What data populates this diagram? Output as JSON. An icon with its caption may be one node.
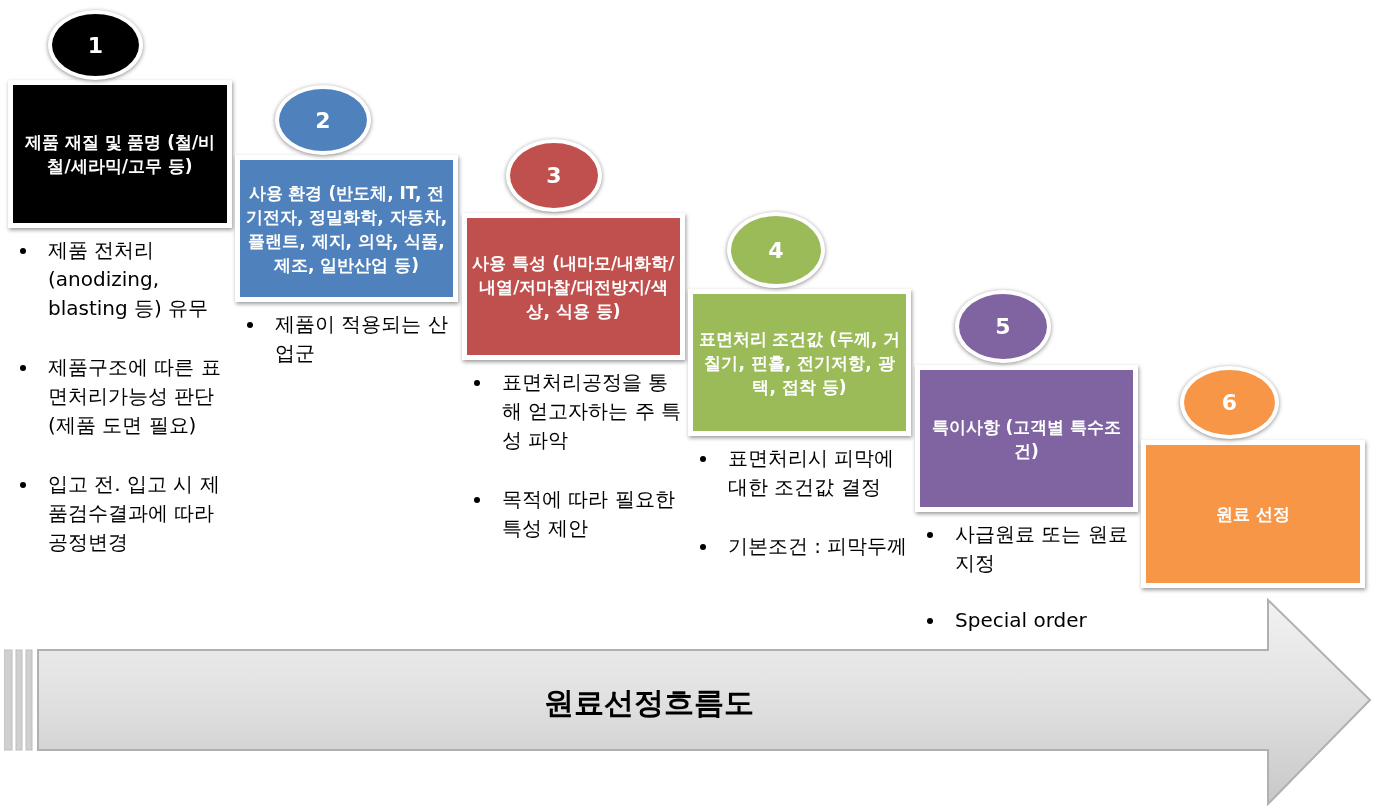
{
  "diagram": {
    "nodes": [
      {
        "text": [
          "1"
        ]
      },
      {
        "text": [
          "제품 재질 및 품명 (철/비철/세라믹/고무 등)"
        ],
        "beside": [
          "제품 전처리 (anodizing, blasting 등) 유무",
          "제품구조에 따른 표면처리가능성 판단 (제품 도면 필요)",
          "입고 전. 입고 시 제품검수결과에 따라 공정변경"
        ]
      },
      {
        "text": [
          "2"
        ]
      },
      {
        "text": [
          "사용 환경 (반도체, IT, 전기전자, 정밀화학, 자동차, 플랜트, 제지, 의약, 식품, 제조, 일반산업 등)"
        ],
        "beside": [
          "제품이 적용되는 산업군"
        ]
      },
      {
        "text": [
          "3"
        ]
      },
      {
        "text": [
          "사용 특성 (내마모/내화학/내열/저마찰/대전방지/색상, 식용 등)"
        ],
        "beside": [
          "표면처리공정을 통해 얻고자하는 주 특성 파악",
          "목적에 따라 필요한 특성 제안"
        ]
      },
      {
        "text": [
          "4"
        ]
      },
      {
        "text": [
          "표면처리 조건값 (두께, 거칠기, 핀홀, 전기저항, 광택, 접착 등)"
        ],
        "beside": [
          "표면처리시 피막에 대한 조건값 결정",
          "기본조건 : 피막두께"
        ]
      },
      {
        "text": [
          "5"
        ]
      },
      {
        "text": [
          "특이사항 (고객별 특수조건)"
        ],
        "beside": [
          "사급원료 또는 원료지정"
        ]
      },
      {
        "text": [
          "6"
        ]
      },
      {
        "text": [
          "원료 선정"
        ]
      },
      {
        "text": [
          "원료선정흐름도"
        ]
      }
    ],
    "labels": [
      "Special order"
    ]
  }
}
